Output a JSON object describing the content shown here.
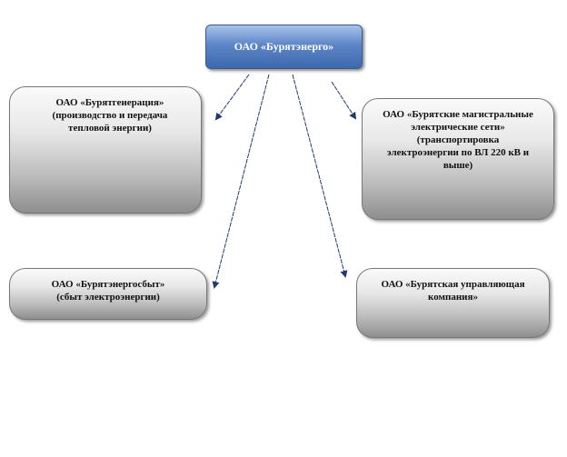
{
  "parent": {
    "title": "ОАО «Бурятэнерго»"
  },
  "subsidiaries": [
    {
      "name": "ОАО «Бурятгенерация»",
      "desc": "(производство и передача тепловой энергии)"
    },
    {
      "name": "ОАО «Бурятские магистральные электрические сети»",
      "desc": "(транспортировка электроэнергии по ВЛ 220 кВ и выше)"
    },
    {
      "name": "ОАО «Бурятэнергосбыт»",
      "desc": "(сбыт электроэнергии)"
    },
    {
      "name": "ОАО «Бурятская управляющая компания»",
      "desc": ""
    }
  ],
  "colors": {
    "arrow": "#1f3a6e",
    "parent_fill": "#5d86c8"
  }
}
